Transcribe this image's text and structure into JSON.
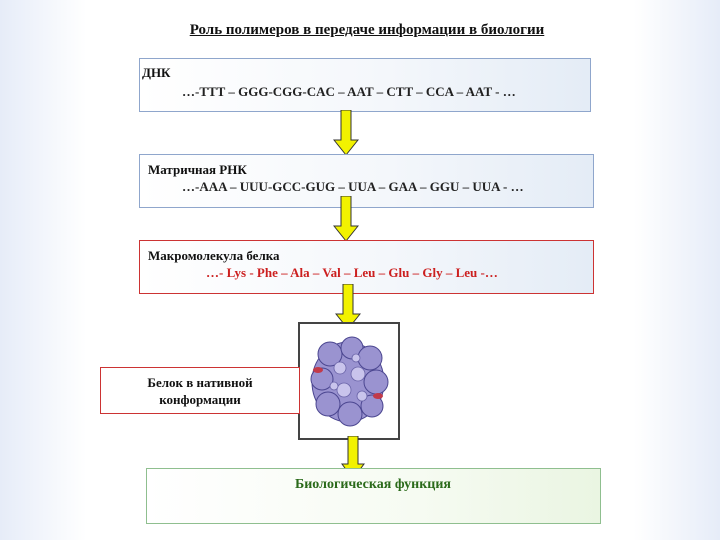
{
  "title": "Роль полимеров в передаче информации в биологии",
  "dna": {
    "label": "ДНК",
    "sequence": "…-TTT – GGG-CGG-CAC – AAT – CTT – CCA – AAT - …"
  },
  "mrna": {
    "label": "Матричная РНК",
    "sequence": "…-AAA – UUU-GCC-GUG – UUA – GAA – GGU – UUA - …"
  },
  "protein": {
    "label": "Макромолекула белка",
    "sequence": "…- Lys - Phe – Ala – Val – Leu – Glu – Gly – Leu -…"
  },
  "native": {
    "line1": "Белок в нативной",
    "line2": "конформации"
  },
  "function": {
    "label": "Биологическая функция"
  },
  "colors": {
    "arrow": "#f2f200",
    "sequence_red": "#cc1f1f",
    "function_green": "#2a6a1a"
  }
}
